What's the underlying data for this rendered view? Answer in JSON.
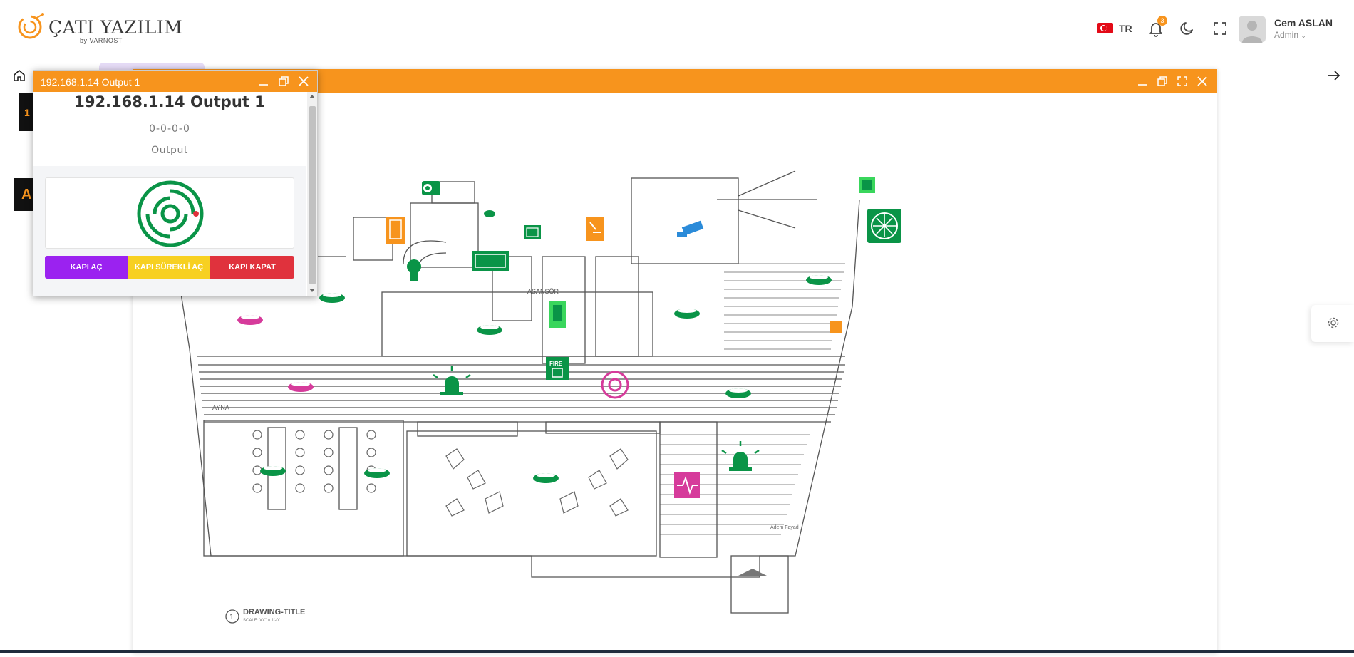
{
  "brand": {
    "name": "ÇATI YAZILIM",
    "sub": "by VARNOST"
  },
  "header": {
    "language": "TR",
    "notifications_count": "3",
    "user_name": "Cem ASLAN",
    "user_role": "Admin"
  },
  "side": {
    "block1": "1",
    "block2": "A"
  },
  "big_window": {
    "title": ""
  },
  "small_window": {
    "title": "192.168.1.14 Output 1",
    "device_name": "192.168.1.14 Output 1",
    "address": "0-0-0-0",
    "type": "Output",
    "buttons": {
      "open": "KAPI AÇ",
      "keep_open": "KAPI SÜREKLİ AÇ",
      "close": "KAPI KAPAT"
    }
  },
  "plan": {
    "labels": {
      "elevator": "ASANSÖR",
      "mirror": "AYNA",
      "fire": "FIRE",
      "drawing_title": "DRAWING-TITLE",
      "drawing_number": "1",
      "scale": "SCALE: XX\" = 1'-0\"",
      "author": "Adem Fayad"
    }
  },
  "colors": {
    "accent": "#f7941d",
    "device_green": "#0a9447",
    "device_pink": "#d63b9b",
    "btn_open": "#9b22f0",
    "btn_keep_open": "#f7d021",
    "btn_close": "#e0323d"
  }
}
